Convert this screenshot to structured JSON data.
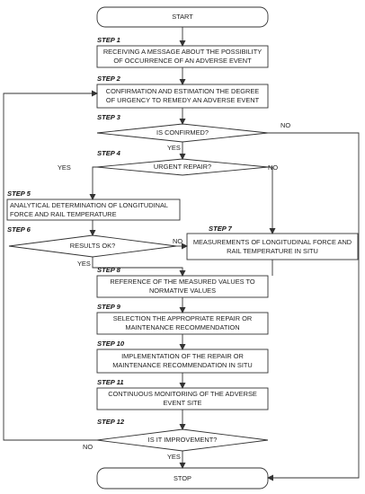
{
  "nodes": {
    "start": "START",
    "s1": "RECEIVING A MESSAGE ABOUT THE POSSIBILITY\nOF OCCURRENCE OF AN ADVERSE EVENT",
    "s2": "CONFIRMATION AND ESTIMATION THE DEGREE\nOF URGENCY TO REMEDY AN ADVERSE EVENT",
    "s3": "IS CONFIRMED?",
    "s4": "URGENT REPAIR?",
    "s5": "ANALYTICAL DETERMINATION OF LONGITUDINAL\nFORCE AND RAIL TEMPERATURE",
    "s6": "RESULTS OK?",
    "s7": "MEASUREMENTS OF LONGITUDINAL FORCE AND\nRAIL TEMPERATURE IN SITU",
    "s8": "REFERENCE OF THE MEASURED VALUES TO\nNORMATIVE VALUES",
    "s9": "SELECTION THE APPROPRIATE REPAIR OR\nMAINTENANCE RECOMMENDATION",
    "s10": "IMPLEMENTATION OF THE REPAIR OR\nMAINTENANCE RECOMMENDATION IN SITU",
    "s11": "CONTINUOUS MONITORING OF THE ADVERSE\nEVENT SITE",
    "s12": "IS IT IMPROVEMENT?",
    "stop": "STOP"
  },
  "steps": {
    "s1": "STEP 1",
    "s2": "STEP 2",
    "s3": "STEP 3",
    "s4": "STEP 4",
    "s5": "STEP 5",
    "s6": "STEP 6",
    "s7": "STEP 7",
    "s8": "STEP 8",
    "s9": "STEP 9",
    "s10": "STEP 10",
    "s11": "STEP 11",
    "s12": "STEP 12"
  },
  "edge_labels": {
    "s3_no": "NO",
    "s3_yes": "YES",
    "s4_yes": "YES",
    "s4_no": "NO",
    "s6_no": "NO",
    "s6_yes": "YES",
    "s12_no": "NO",
    "s12_yes": "YES"
  },
  "colors": {
    "line": "#333333",
    "text": "#222222"
  }
}
